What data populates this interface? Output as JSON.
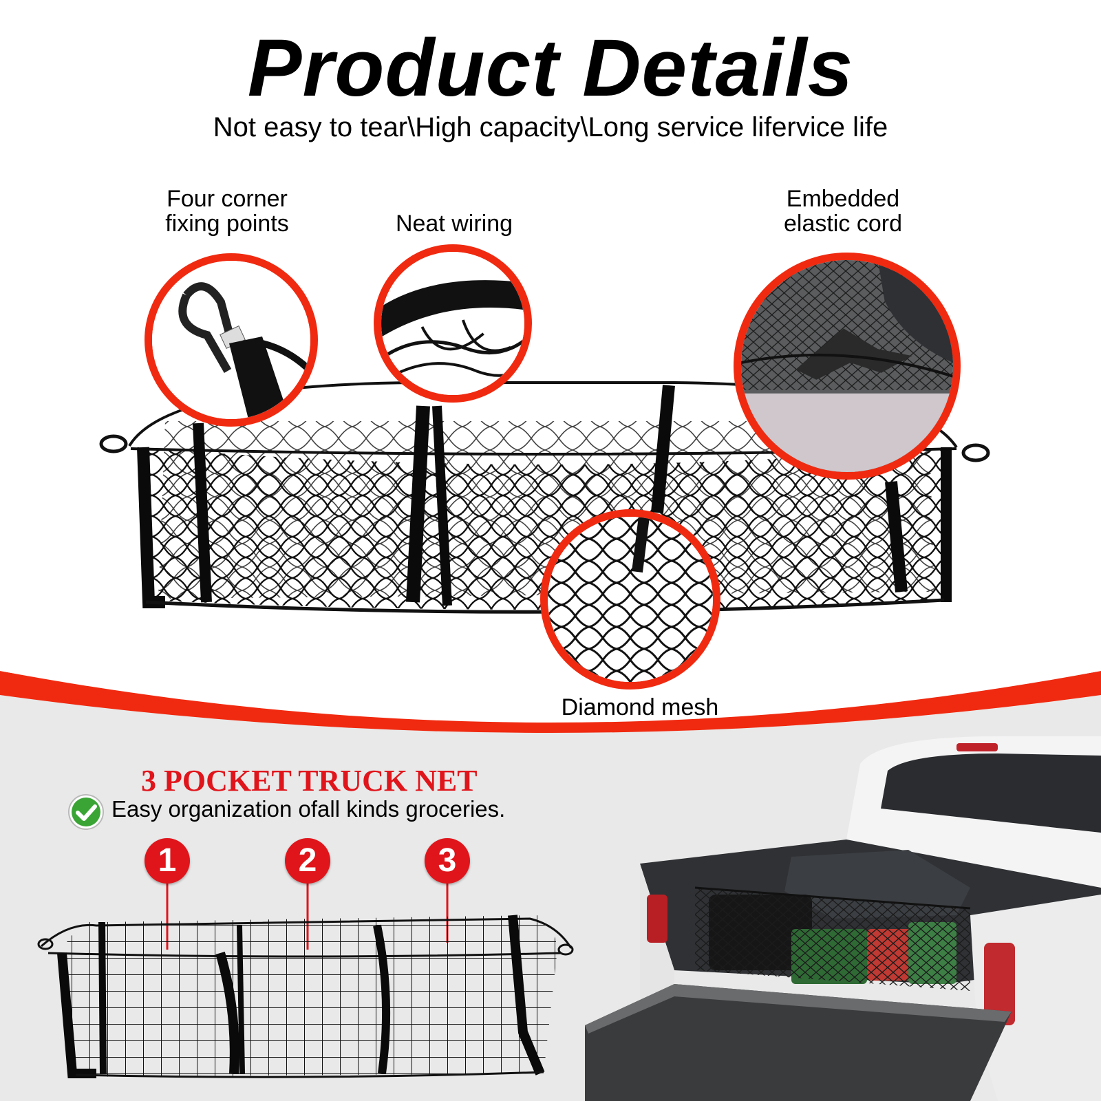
{
  "header": {
    "title": "Product Details",
    "subtitle": "Not easy to tear\\High capacity\\Long service lifervice life"
  },
  "features": {
    "corner": {
      "line1": "Four corner",
      "line2": "fixing points"
    },
    "wiring": {
      "line1": "Neat wiring"
    },
    "cord": {
      "line1": "Embedded",
      "line2": "elastic cord"
    },
    "mesh": {
      "line1": "Diamond mesh"
    }
  },
  "pocket_section": {
    "title": "3 POCKET TRUCK NET",
    "description": "Easy organization ofall kinds groceries.",
    "markers": [
      "1",
      "2",
      "3"
    ]
  },
  "colors": {
    "accent_red": "#f02a10",
    "marker_red": "#e0151b",
    "check_green": "#3aa535",
    "lower_bg": "#e9e9e9"
  },
  "icons": [
    "check-circle-icon"
  ]
}
